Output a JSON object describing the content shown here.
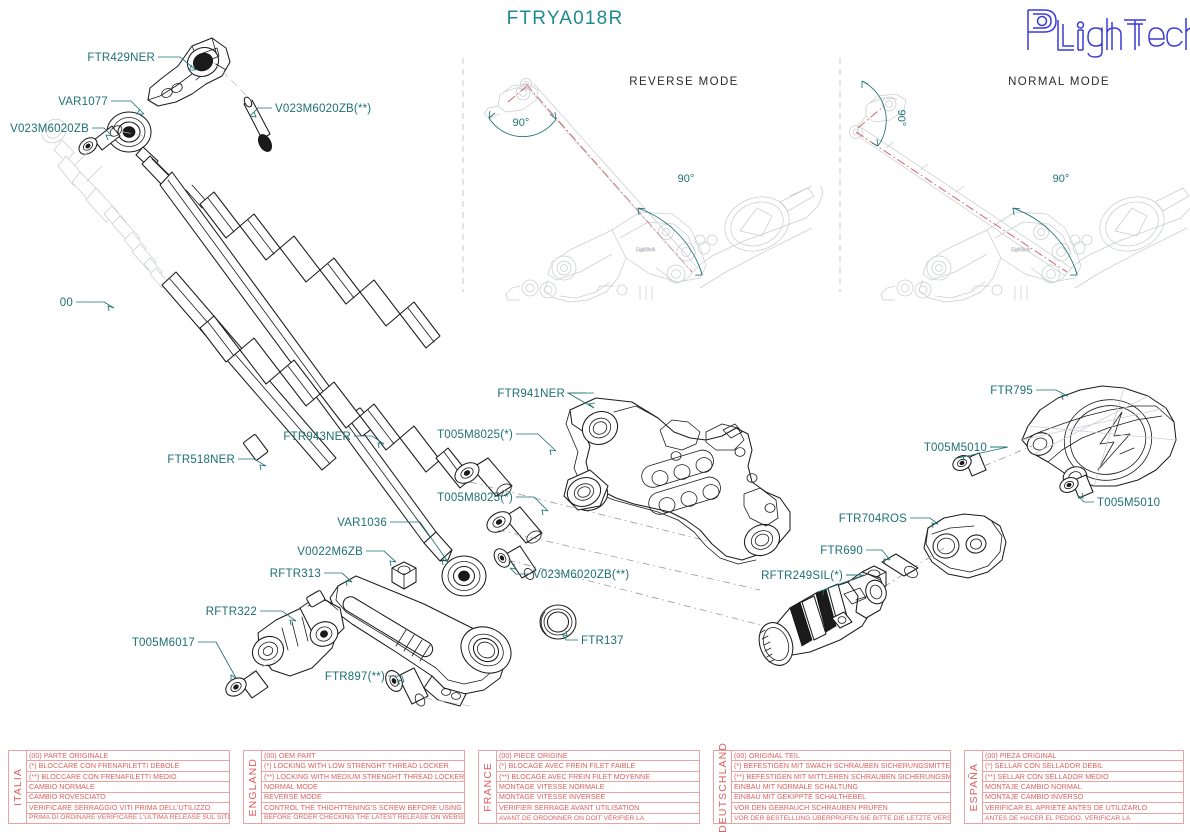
{
  "document": {
    "title": "FTRYA018R",
    "brand": "LighTech",
    "brand_color": "#3a3ad6",
    "title_color": "#1e8a91",
    "label_color": "#1e7073"
  },
  "mode_diagrams": [
    {
      "id": "reverse",
      "title": "REVERSE MODE",
      "angles": [
        "90°",
        "90°"
      ]
    },
    {
      "id": "normal",
      "title": "NORMAL MODE",
      "angles": [
        "90°",
        "90°"
      ]
    }
  ],
  "part_labels": [
    {
      "id": "ftr429ner",
      "text": "FTR429NER"
    },
    {
      "id": "var1077",
      "text": "VAR1077"
    },
    {
      "id": "v023m6020zb",
      "text": "V023M6020ZB"
    },
    {
      "id": "v023m6020zb-a",
      "text": "V023M6020ZB(**)"
    },
    {
      "id": "zero-zero",
      "text": "00"
    },
    {
      "id": "ftr518ner",
      "text": "FTR518NER"
    },
    {
      "id": "ftr943ner",
      "text": "FTR943NER"
    },
    {
      "id": "var1036",
      "text": "VAR1036"
    },
    {
      "id": "v0022m6zb",
      "text": "V0022M6ZB"
    },
    {
      "id": "rftr313",
      "text": "RFTR313"
    },
    {
      "id": "rftr322",
      "text": "RFTR322"
    },
    {
      "id": "t005m6017",
      "text": "T005M6017"
    },
    {
      "id": "ftr897",
      "text": "FTR897(**)"
    },
    {
      "id": "ftr941ner",
      "text": "FTR941NER"
    },
    {
      "id": "t005m8025-a",
      "text": "T005M8025(*)"
    },
    {
      "id": "t005m8025-b",
      "text": "T005M8025(*)"
    },
    {
      "id": "v023m6020zb-b",
      "text": "V023M6020ZB(**)"
    },
    {
      "id": "ftr137",
      "text": "FTR137"
    },
    {
      "id": "ftr795",
      "text": "FTR795"
    },
    {
      "id": "t005m5010-a",
      "text": "T005M5010"
    },
    {
      "id": "t005m5010-b",
      "text": "T005M5010"
    },
    {
      "id": "ftr704ros",
      "text": "FTR704ROS"
    },
    {
      "id": "ftr690",
      "text": "FTR690"
    },
    {
      "id": "rftr249sil",
      "text": "RFTR249SIL(*)"
    }
  ],
  "legend": [
    {
      "language": "ITALIA",
      "rows": [
        "(00) PARTE ORIGINALE",
        "(*)    BLOCCARE CON FRENAFILETTI DEBOLE",
        "(**)  BLOCCARE CON FRENAFILETTI MEDIO",
        "CAMBIO NORMALE",
        "CAMBIO ROVESCIATO",
        "VERIFICARE SERRAGGIO VITI PRIMA DELL'UTILIZZO",
        "PRIMA DI ORDINARE VERIFICARE L'ULTIMA RELEASE SUL SITO"
      ]
    },
    {
      "language": "ENGLAND",
      "rows": [
        "(00) OEM PART",
        "(*)    LOCKING WITH LOW STRENGHT THREAD LOCKER",
        "(**)  LOCKING WITH MEDIUM STRENGHT THREAD LOCKER",
        "NORMAL MODE",
        "REVERSE MODE",
        "CONTROL THE THIGHTTENING'S SCREW BEFORE USING",
        "BEFORE ORDER CHECKING THE LATEST RELEASE ON WEBSITE"
      ]
    },
    {
      "language": "FRANCE",
      "rows": [
        "(00) PIECE ORIGINE",
        "(*)    BLOCAGE AVEC FREIN FILET FAIBLE",
        "(**)  BLOCAGE AVEC FREIN FILET MOYENNE",
        "MONTAGE VITESSE NORMALE",
        "MONTAGE VITESSE INVERSEE",
        "VERIFIER SERRAGE AVANT UTILISATION",
        "AVANT DE ORDONNER ON DOIT VÉRIFIER LA\nDERNIÈRE RELEASE SUR LE SITE INTERNET"
      ]
    },
    {
      "language": "DEUTSCHLAND",
      "rows": [
        "(00) ORIGINAL TEIL",
        "(*)    BEFESTIGEN MIT SWACH SCHRAUBEN SICHERUNGSMITTEL",
        "(**)  BEFESTIGEN MIT MITTLEREN SCHRAUBEN SICHERUNGSMITTEL",
        "EINBAU MIT NORMALE SCHALTUNG",
        "EINBAU MIT GEKIPPTE SCHALTHEBEL",
        "VOR DEN GEBRAUCH SCHRAUBEN PRÜFEN",
        "VOR DER BESTELLUNG ÜBERPRÜFEN SIE BITTE DIE LETZTE VERSION\nDIESER ARTIKEL AUF DER INTERNET SEITE VON LIGHTECH"
      ]
    },
    {
      "language": "ESPAÑA",
      "rows": [
        "(00) PIEZA ORIGINAL",
        "(*)    SELLAR CON SELLADOR DEBIL",
        "(**)  SELLAR CON SELLADOR MEDIO",
        "MONTAJE  CAMBIO NORMAL",
        "MONTAJE CAMBIO INVERSO",
        "VERIFICAR EL APRIETE ANTES DE UTILIZARLO",
        "ANTES DE HACER EL PEDIDO, VERIFICAR LA\nULTIMA VERSION EN LA WEB LIGHTECH"
      ]
    }
  ]
}
